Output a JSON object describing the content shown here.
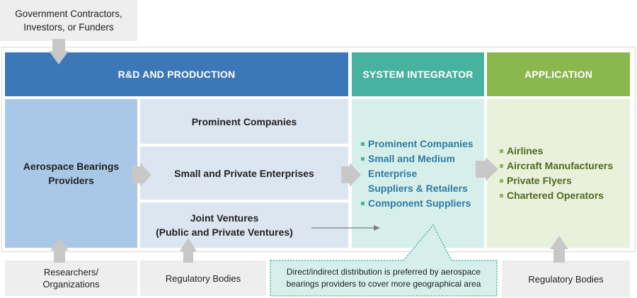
{
  "top_box": {
    "lines": [
      "Government Contractors,",
      "Investors, or Funders"
    ]
  },
  "headers": {
    "rnd": "R&D AND PRODUCTION",
    "integrator": "SYSTEM INTEGRATOR",
    "application": "APPLICATION"
  },
  "providers": {
    "lines": [
      "Aerospace Bearings",
      "Providers"
    ]
  },
  "middle": {
    "prominent": "Prominent Companies",
    "small": "Small and Private Enterprises",
    "joint": [
      "Joint Ventures",
      "(Public and Private Ventures)"
    ]
  },
  "integrator_list": [
    {
      "lines": [
        "Prominent Companies"
      ]
    },
    {
      "lines": [
        "Small and Medium",
        "Enterprise",
        "Suppliers & Retailers"
      ]
    },
    {
      "lines": [
        "Component Suppliers"
      ]
    }
  ],
  "application_list": [
    "Airlines",
    "Aircraft Manufacturers",
    "Private Flyers",
    "Chartered Operators"
  ],
  "bottom": {
    "researchers": [
      "Researchers/",
      "Organizations"
    ],
    "regulatory_left": "Regulatory Bodies",
    "note": [
      "Direct/indirect distribution is preferred by aerospace",
      "bearings providers to cover more geographical area"
    ],
    "regulatory_right": "Regulatory Bodies"
  },
  "colors": {
    "rnd_header": "#3c78b8",
    "integrator_header": "#48b2a0",
    "application_header": "#8ab84e",
    "providers_fill": "#a9c8e8",
    "middle_fill": "#dce6f1",
    "integrator_fill": "#d6efea",
    "application_fill": "#e9f1dc",
    "integrator_text": "#2f7aa6",
    "application_text": "#4e6a1d",
    "arrow_grey": "#c8c8c8"
  }
}
